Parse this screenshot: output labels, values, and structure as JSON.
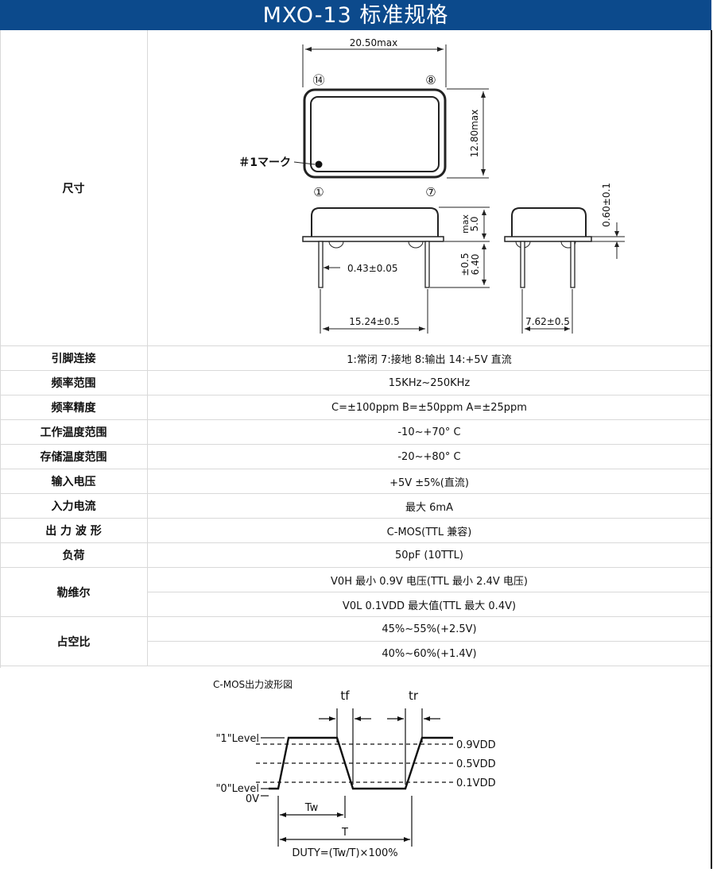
{
  "title": "MXO-13 标准规格",
  "dimensions": {
    "label": "尺寸",
    "width_max": "20.50max",
    "height_max": "12.80max",
    "pin14": "⑭",
    "pin8": "⑧",
    "pin1": "①",
    "pin7": "⑦",
    "mark": "＃1マーク",
    "body_height_unit": "max",
    "body_height_val": "5.0",
    "lead_len_tol": "±0.5",
    "lead_len_val": "6.40",
    "lead_dia": "0.43±0.05",
    "pin_spacing": "15.24±0.5",
    "row_spacing": "7.62±0.5",
    "standoff": "0.60±0.1"
  },
  "rows": [
    {
      "label": "引脚连接",
      "value": "1:常闭 7:接地 8:输出 14:+5V 直流"
    },
    {
      "label": "频率范围",
      "value": "15KHz~250KHz"
    },
    {
      "label": "频率精度",
      "value": "C=±100ppm B=±50ppm A=±25ppm"
    },
    {
      "label": "工作温度范围",
      "value": "-10~+70°  C"
    },
    {
      "label": "存储温度范围",
      "value": "-20~+80°  C"
    },
    {
      "label": "输入电压",
      "value": "+5V ±5%(直流)"
    },
    {
      "label": "入力电流",
      "value": "最大 6mA"
    },
    {
      "label": "出 力 波 形",
      "value": "C-MOS(TTL 兼容)"
    },
    {
      "label": "负荷",
      "value": "50pF (10TTL)"
    }
  ],
  "level_row": {
    "label": "勒维尔",
    "values": [
      "V0H 最小 0.9V 电压(TTL 最小 2.4V 电压)",
      "V0L 0.1VDD 最大值(TTL 最大 0.4V)"
    ]
  },
  "duty_row": {
    "label": "占空比",
    "values": [
      "45%~55%(+2.5V)",
      "40%~60%(+1.4V)"
    ]
  },
  "waveform": {
    "title": "C-MOS出力波形図",
    "tf": "tf",
    "tr": "tr",
    "level1": "\"1\"Level",
    "level0": "\"0\"Level",
    "zero": "0V",
    "v09": "0.9VDD",
    "v05": "0.5VDD",
    "v01": "0.1VDD",
    "tw": "Tw",
    "t": "T",
    "duty": "DUTY=(Tw/T)×100%"
  }
}
